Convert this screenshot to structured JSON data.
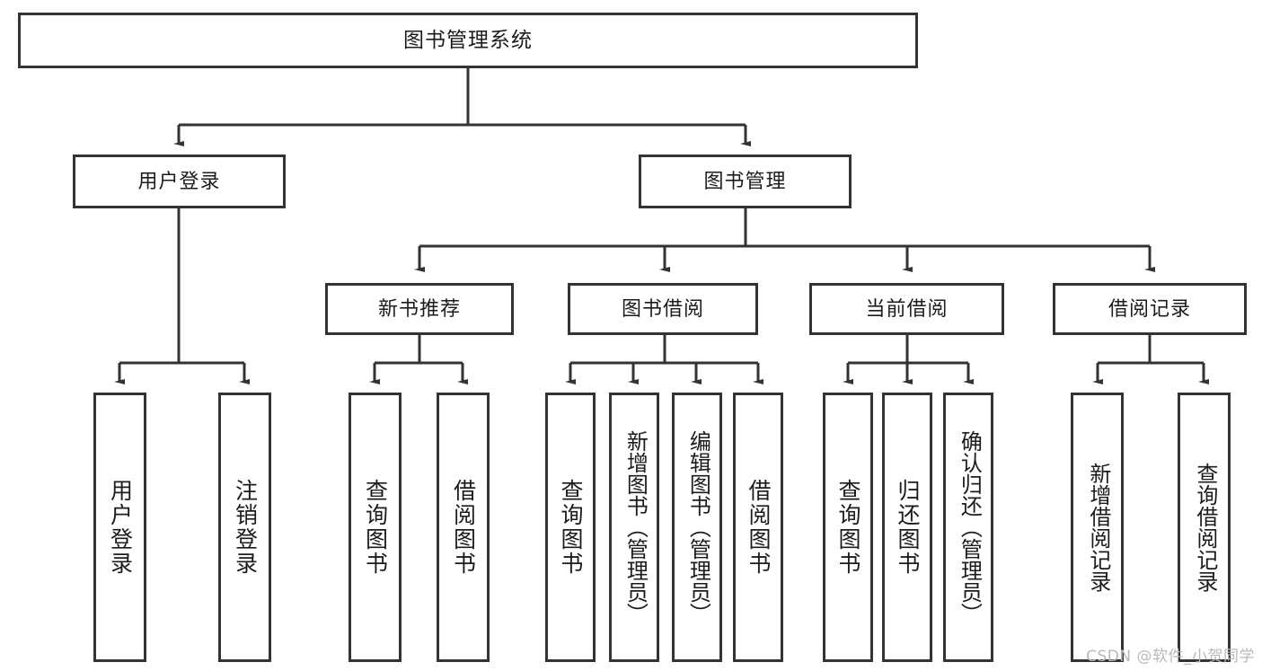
{
  "diagram": {
    "type": "tree",
    "title": "图书管理系统",
    "watermark": "CSDN @软件_小贺同学",
    "line_color": "#333333",
    "box_fill": "#ffffff",
    "text_color": "#1c1c1c",
    "levels": {
      "root": "图书管理系统",
      "level2": [
        "用户登录",
        "图书管理"
      ],
      "level3": [
        "新书推荐",
        "图书借阅",
        "当前借阅",
        "借阅记录"
      ]
    },
    "nodes": {
      "root": {
        "label": "图书管理系统"
      },
      "user_login": {
        "label": "用户登录"
      },
      "book_mgmt": {
        "label": "图书管理"
      },
      "new_book_rec": {
        "label": "新书推荐"
      },
      "book_borrow": {
        "label": "图书借阅"
      },
      "current_borrow": {
        "label": "当前借阅"
      },
      "borrow_record": {
        "label": "借阅记录"
      },
      "leaf_user_login": {
        "label": "用户登录"
      },
      "leaf_user_logout": {
        "label": "注销登录"
      },
      "leaf_query_book_1": {
        "label": "查询图书"
      },
      "leaf_borrow_book_1": {
        "label": "借阅图书"
      },
      "leaf_query_book_2": {
        "label": "查询图书"
      },
      "leaf_add_book": {
        "label": "新增图书（管理员）"
      },
      "leaf_edit_book": {
        "label": "编辑图书（管理员）"
      },
      "leaf_borrow_book_2": {
        "label": "借阅图书"
      },
      "leaf_query_book_3": {
        "label": "查询图书"
      },
      "leaf_return_book": {
        "label": "归还图书"
      },
      "leaf_confirm_return": {
        "label": "确认归还（管理员）"
      },
      "leaf_add_record": {
        "label": "新增借阅记录"
      },
      "leaf_query_record": {
        "label": "查询借阅记录"
      }
    }
  }
}
